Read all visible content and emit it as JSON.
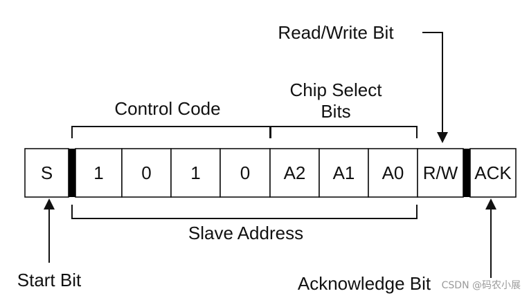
{
  "labels": {
    "read_write_bit": "Read/Write Bit",
    "chip_select_bits_line1": "Chip Select",
    "chip_select_bits_line2": "Bits",
    "control_code": "Control Code",
    "slave_address": "Slave Address",
    "start_bit": "Start Bit",
    "acknowledge_bit": "Acknowledge Bit"
  },
  "cells": [
    "S",
    "1",
    "0",
    "1",
    "0",
    "A2",
    "A1",
    "A0",
    "R/W",
    "ACK"
  ],
  "watermark": "CSDN @码农小展"
}
